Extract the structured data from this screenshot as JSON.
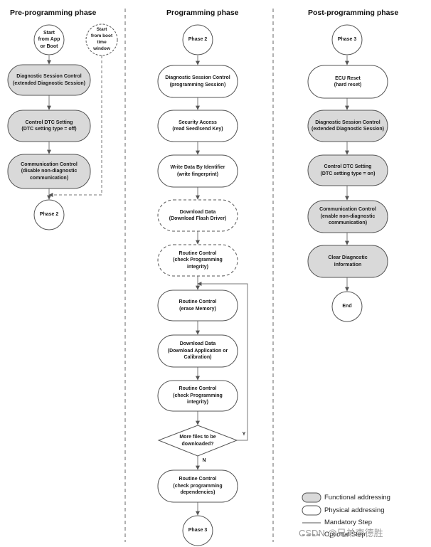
{
  "phases": {
    "pre": "Pre-programming phase",
    "prog": "Programming phase",
    "post": "Post-programming phase"
  },
  "colors": {
    "functional_fill": "#d9d9d9",
    "physical_fill": "#ffffff",
    "stroke": "#555555",
    "divider": "#666666"
  },
  "pre_nodes": {
    "start_app": [
      "Start",
      "from App",
      "or Boot"
    ],
    "start_boot": [
      "Start",
      "from boot",
      "time",
      "window"
    ],
    "dsc": [
      "Diagnostic Session Control",
      "(extended Diagnostic Session)"
    ],
    "dtc": [
      "Control DTC Setting",
      "(DTC setting type = off)"
    ],
    "comm": [
      "Communication Control",
      "(disable non-diagnostic",
      "communication)"
    ],
    "phase2": [
      "Phase 2"
    ]
  },
  "prog_nodes": {
    "phase2": [
      "Phase 2"
    ],
    "dsc": [
      "Diagnostic Session Control",
      "(programming Session)"
    ],
    "sec": [
      "Security Access",
      "(read Seed/send Key)"
    ],
    "wdbi": [
      "Write Data By Identifier",
      "(write fingerprint)"
    ],
    "dl_driver": [
      "Download Data",
      "(Download Flash Driver)"
    ],
    "rc_check1": [
      "Routine Control",
      "(check Programming",
      "integrity)"
    ],
    "rc_erase": [
      "Routine Control",
      "(erase Memory)"
    ],
    "dl_app": [
      "Download Data",
      "(Download Application or",
      "Calibration)"
    ],
    "rc_check2": [
      "Routine Control",
      "(check Programming",
      "integrity)"
    ],
    "decision": [
      "More files to be",
      "downloaded?"
    ],
    "yes": "Y",
    "no": "N",
    "rc_dep": [
      "Routine Control",
      "(check programming",
      "dependencies)"
    ],
    "phase3": [
      "Phase 3"
    ]
  },
  "post_nodes": {
    "phase3": [
      "Phase 3"
    ],
    "reset": [
      "ECU Reset",
      "(hard reset)"
    ],
    "dsc": [
      "Diagnostic Session Control",
      "(extended Diagnostic Session)"
    ],
    "dtc": [
      "Control DTC Setting",
      "(DTC setting type = on)"
    ],
    "comm": [
      "Communication Control",
      "(enable non-diagnostic",
      "communication)"
    ],
    "clear": [
      "Clear Diagnostic",
      "Information"
    ],
    "end": [
      "End"
    ]
  },
  "legend": {
    "functional": "Functional addressing",
    "physical": "Physical addressing",
    "mandatory": "Mandatory Step",
    "optional": "Optional Step"
  },
  "watermark": "CSDN @兄弟李德胜"
}
